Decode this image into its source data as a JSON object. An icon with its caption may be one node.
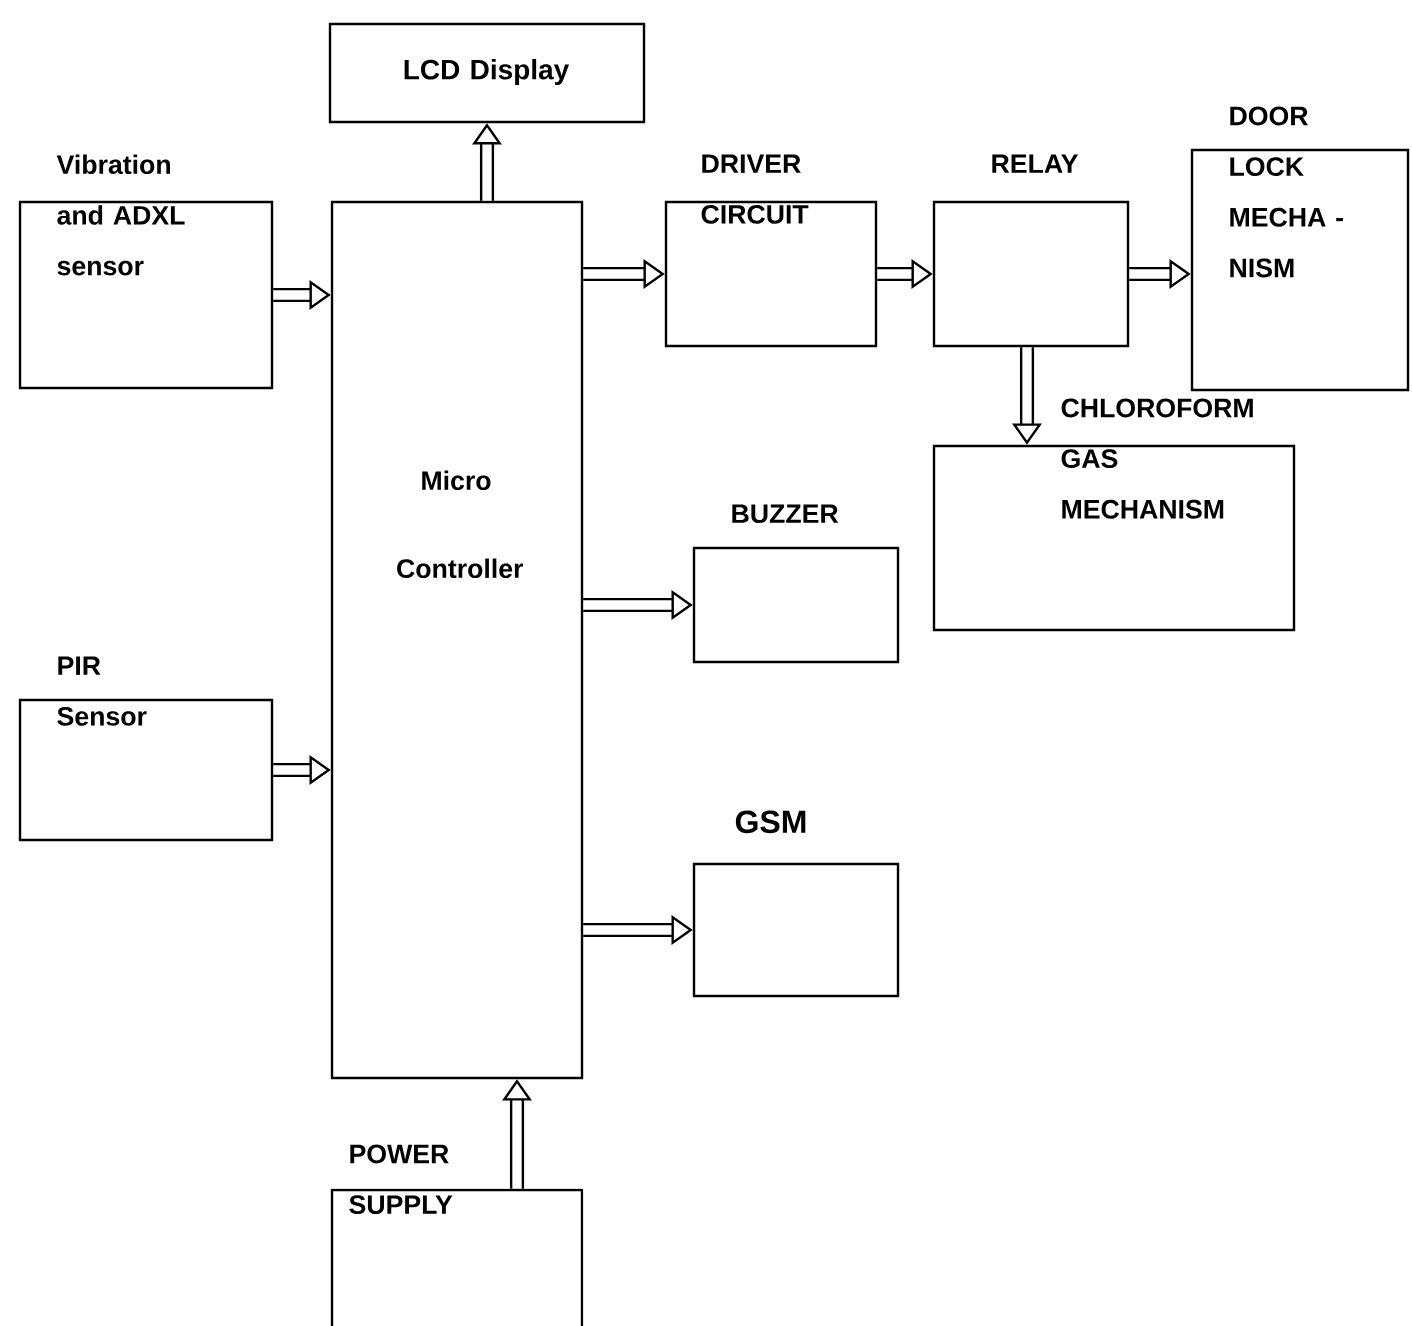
{
  "diagram": {
    "nodes": [
      {
        "text": [
          "LCD Display"
        ]
      },
      {
        "text": [
          "Vibration and ADXL sensor"
        ]
      },
      {
        "text": [
          "Micro Controller"
        ]
      },
      {
        "text": [
          "DRIVER CIRCUIT"
        ]
      },
      {
        "text": [
          "RELAY"
        ]
      },
      {
        "text": [
          "DOOR LOCK MECHA - NISM"
        ]
      },
      {
        "text": [
          "CHLOROFORM GAS MECHANISM"
        ]
      },
      {
        "text": [
          "BUZZER"
        ]
      },
      {
        "text": [
          "PIR Sensor"
        ]
      },
      {
        "text": [
          "GSM"
        ]
      },
      {
        "text": [
          "POWER SUPPLY"
        ]
      }
    ],
    "edges": [
      {
        "from": 2,
        "to": 0,
        "arrow": "to"
      },
      {
        "from": 1,
        "to": 2,
        "arrow": "to"
      },
      {
        "from": 8,
        "to": 2,
        "arrow": "to"
      },
      {
        "from": 2,
        "to": 3,
        "arrow": "to"
      },
      {
        "from": 3,
        "to": 4,
        "arrow": "to"
      },
      {
        "from": 4,
        "to": 5,
        "arrow": "to"
      },
      {
        "from": 4,
        "to": 6,
        "arrow": "to"
      },
      {
        "from": 2,
        "to": 7,
        "arrow": "to"
      },
      {
        "from": 2,
        "to": 9,
        "arrow": "to"
      },
      {
        "from": 10,
        "to": 2,
        "arrow": "to"
      }
    ]
  }
}
